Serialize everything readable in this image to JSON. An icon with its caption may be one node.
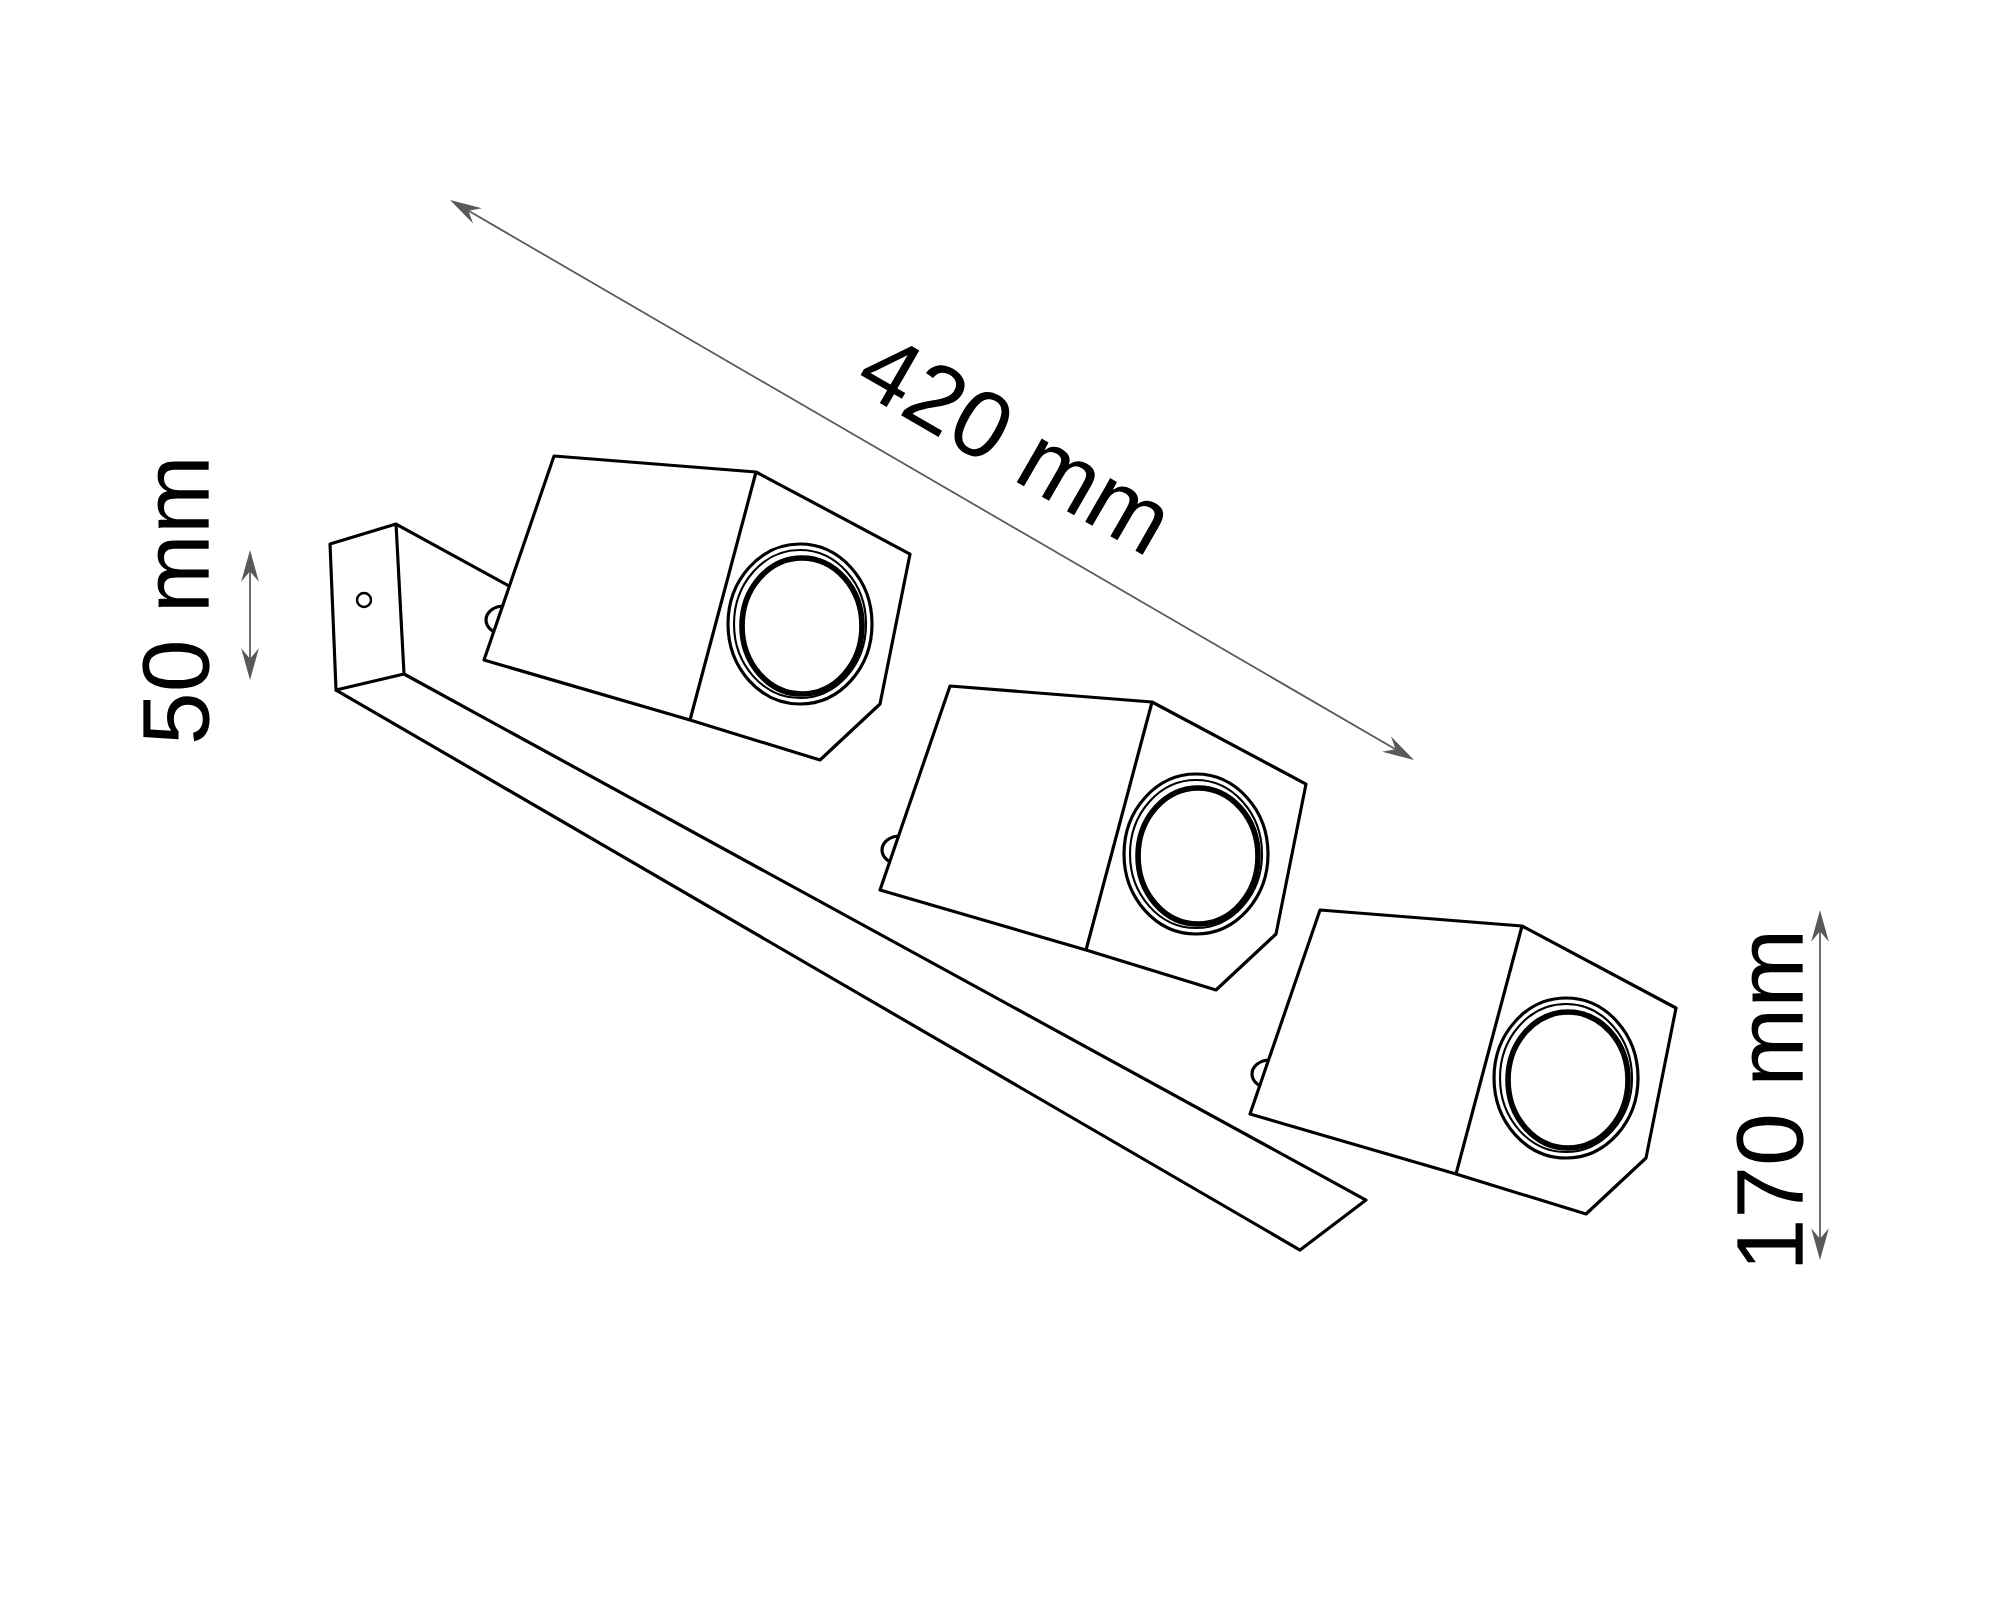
{
  "diagram": {
    "labels": [
      "420 mm",
      "50 mm",
      "170 mm"
    ]
  }
}
